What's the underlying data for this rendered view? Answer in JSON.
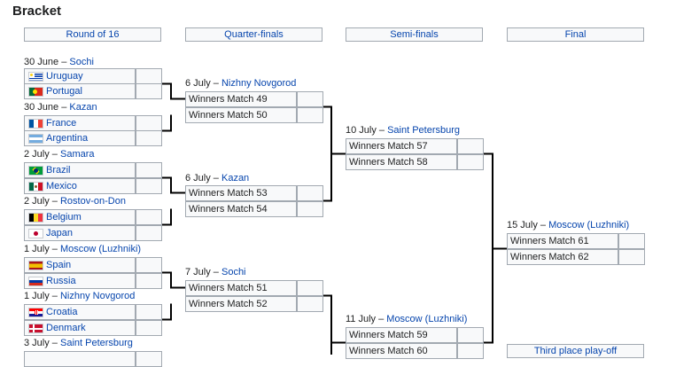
{
  "title": "Bracket",
  "rounds": [
    "Round of 16",
    "Quarter-finals",
    "Semi-finals",
    "Final"
  ],
  "r16": [
    {
      "date": "30 June",
      "city": "Sochi",
      "teams": [
        {
          "name": "Uruguay",
          "flag": "uruguay-flag"
        },
        {
          "name": "Portugal",
          "flag": "portugal-flag"
        }
      ]
    },
    {
      "date": "30 June",
      "city": "Kazan",
      "teams": [
        {
          "name": "France",
          "flag": "france-flag"
        },
        {
          "name": "Argentina",
          "flag": "argentina-flag"
        }
      ]
    },
    {
      "date": "2 July",
      "city": "Samara",
      "teams": [
        {
          "name": "Brazil",
          "flag": "brazil-flag"
        },
        {
          "name": "Mexico",
          "flag": "mexico-flag"
        }
      ]
    },
    {
      "date": "2 July",
      "city": "Rostov-on-Don",
      "teams": [
        {
          "name": "Belgium",
          "flag": "belgium-flag"
        },
        {
          "name": "Japan",
          "flag": "japan-flag"
        }
      ]
    },
    {
      "date": "1 July",
      "city": "Moscow (Luzhniki)",
      "teams": [
        {
          "name": "Spain",
          "flag": "spain-flag"
        },
        {
          "name": "Russia",
          "flag": "russia-flag"
        }
      ]
    },
    {
      "date": "1 July",
      "city": "Nizhny Novgorod",
      "teams": [
        {
          "name": "Croatia",
          "flag": "croatia-flag"
        },
        {
          "name": "Denmark",
          "flag": "denmark-flag"
        }
      ]
    },
    {
      "date": "3 July",
      "city": "Saint Petersburg",
      "teams": []
    }
  ],
  "qf": [
    {
      "date": "6 July",
      "city": "Nizhny Novgorod",
      "teams": [
        "Winners Match 49",
        "Winners Match 50"
      ]
    },
    {
      "date": "6 July",
      "city": "Kazan",
      "teams": [
        "Winners Match 53",
        "Winners Match 54"
      ]
    },
    {
      "date": "7 July",
      "city": "Sochi",
      "teams": [
        "Winners Match 51",
        "Winners Match 52"
      ]
    }
  ],
  "sf": [
    {
      "date": "10 July",
      "city": "Saint Petersburg",
      "teams": [
        "Winners Match 57",
        "Winners Match 58"
      ]
    },
    {
      "date": "11 July",
      "city": "Moscow (Luzhniki)",
      "teams": [
        "Winners Match 59",
        "Winners Match 60"
      ]
    }
  ],
  "final": {
    "date": "15 July",
    "city": "Moscow (Luzhniki)",
    "teams": [
      "Winners Match 61",
      "Winners Match 62"
    ]
  },
  "third_place_label": "Third place play-off",
  "colors": {
    "link": "#0645ad",
    "border": "#a2a9b1",
    "cell": "#f8f9fa",
    "line": "#000000"
  }
}
